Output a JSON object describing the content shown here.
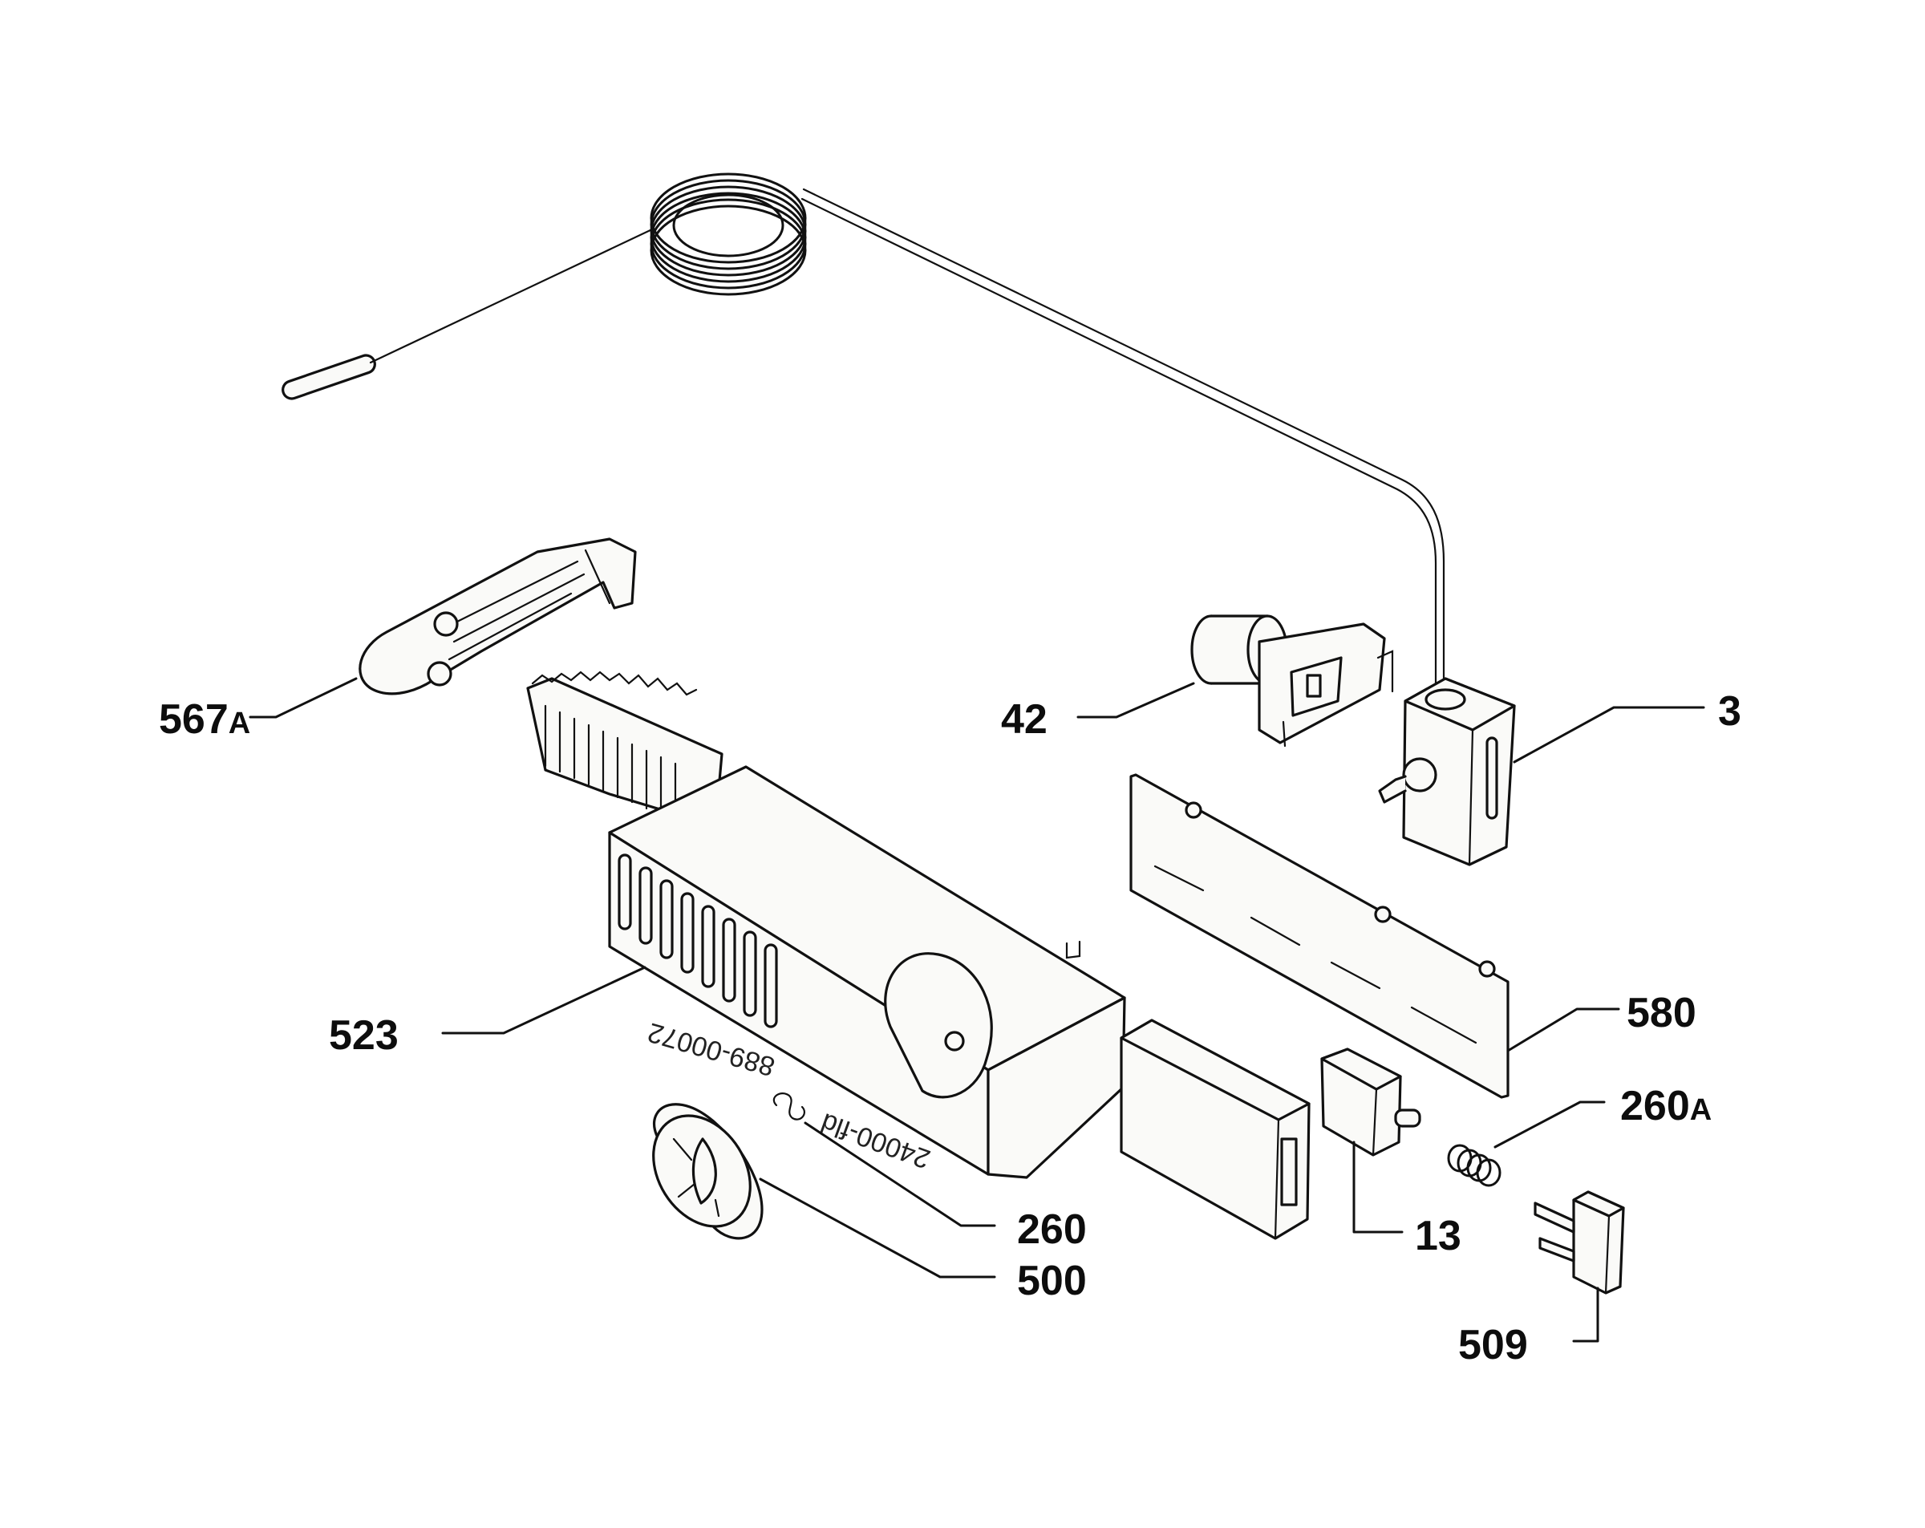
{
  "diagram": {
    "callouts": [
      {
        "id": "567a",
        "number": "567",
        "suffix": "A"
      },
      {
        "id": "42",
        "number": "42",
        "suffix": ""
      },
      {
        "id": "3",
        "number": "3",
        "suffix": ""
      },
      {
        "id": "523",
        "number": "523",
        "suffix": ""
      },
      {
        "id": "580",
        "number": "580",
        "suffix": ""
      },
      {
        "id": "260a",
        "number": "260",
        "suffix": "A"
      },
      {
        "id": "260",
        "number": "260",
        "suffix": ""
      },
      {
        "id": "500",
        "number": "500",
        "suffix": ""
      },
      {
        "id": "13",
        "number": "13",
        "suffix": ""
      },
      {
        "id": "509",
        "number": "509",
        "suffix": ""
      }
    ],
    "handwritten": {
      "code_line_1": "889-00072",
      "code_line_2": "24000-fld",
      "mark": "ꝏ"
    },
    "colors": {
      "ink": "#111111",
      "paper": "#ffffff"
    }
  }
}
